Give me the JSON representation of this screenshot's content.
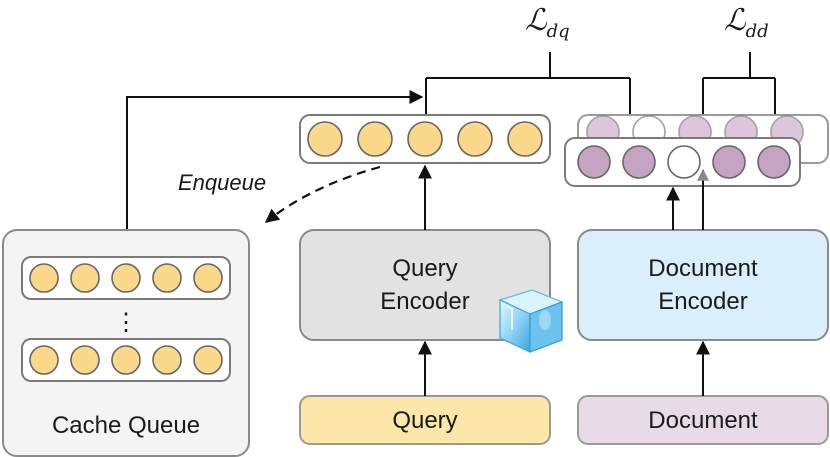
{
  "loss_dq": {
    "symbol": "ℒ",
    "subscript": "dq"
  },
  "loss_dd": {
    "symbol": "ℒ",
    "subscript": "dd"
  },
  "enqueue_label": "Enqueue",
  "cache_queue_label": "Cache Queue",
  "cache_queue_dots": "⋮",
  "query_encoder_label": [
    "Query",
    "Encoder"
  ],
  "document_encoder_label": [
    "Document",
    "Encoder"
  ],
  "query_input_label": "Query",
  "document_input_label": "Document",
  "frozen_icon": "ice-cube-icon",
  "colors": {
    "query_vector": "#fbd88a",
    "document_vector": "#c5a3c3",
    "negative_slot": "#ffffff",
    "query_encoder_fill": "#e2e2e2",
    "document_encoder_fill": "#dbeefb",
    "query_input_fill": "#fce7a9",
    "document_input_fill": "#e8dbe8",
    "cache_queue_fill": "#f4f4f4",
    "ice": "#8fd3f5"
  },
  "vectors": {
    "query_embedding": [
      "q",
      "q",
      "q",
      "q",
      "q"
    ],
    "document_embedding_back": [
      "d",
      "n",
      "d",
      "d",
      "d"
    ],
    "document_embedding_front": [
      "d",
      "d",
      "n",
      "d",
      "d"
    ],
    "cache_row_1": [
      "q",
      "q",
      "q",
      "q",
      "q"
    ],
    "cache_row_2": [
      "q",
      "q",
      "q",
      "q",
      "q"
    ]
  }
}
